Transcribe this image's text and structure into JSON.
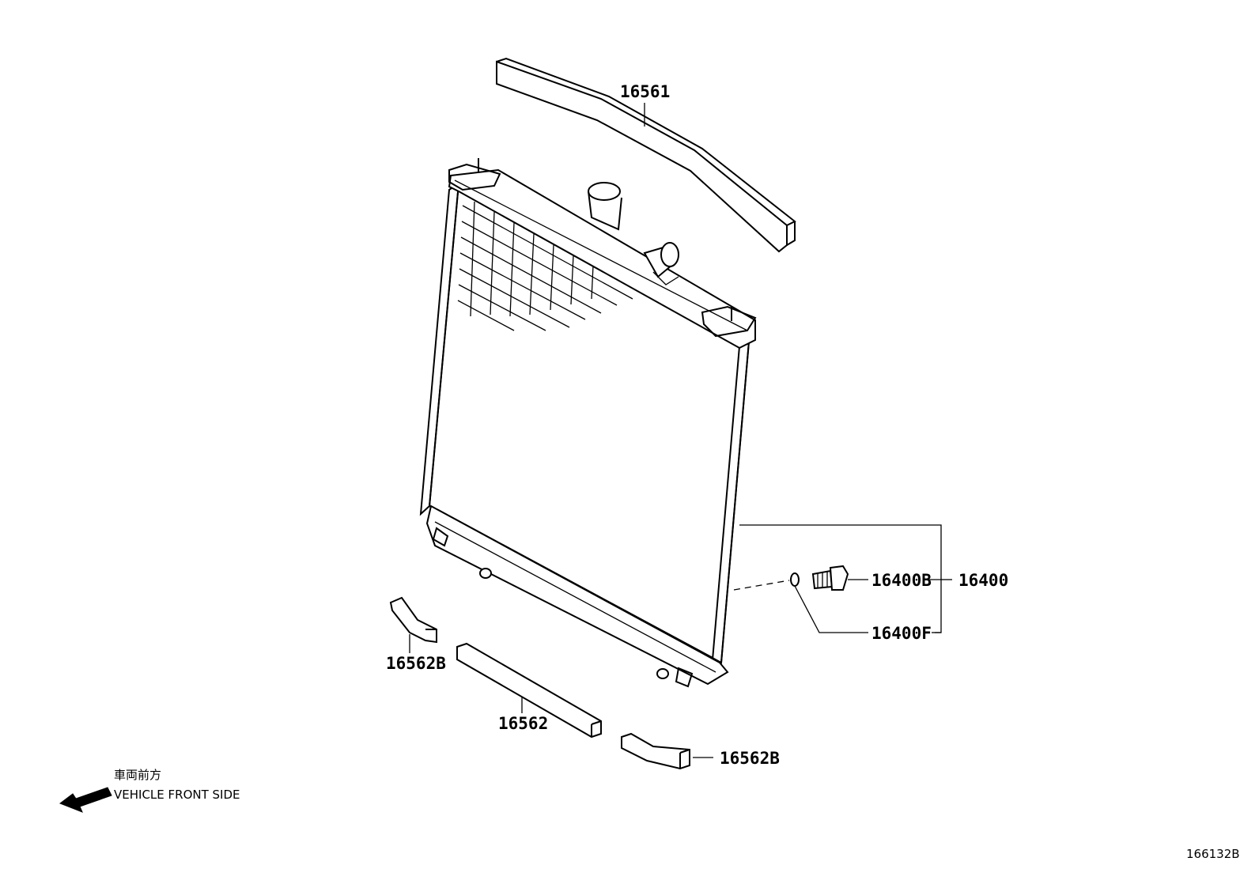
{
  "parts": {
    "top_seal": "16561",
    "bottom_seal": "16562",
    "bottom_seal_left_piece": "16562B",
    "bottom_seal_right_piece": "16562B",
    "drain_cock_plug": "16400B",
    "drain_cock_gasket": "16400F",
    "radiator_assy": "16400"
  },
  "direction": {
    "label_jp": "車両前方",
    "label_en": "VEHICLE FRONT SIDE"
  },
  "diagram_id": "166132B"
}
